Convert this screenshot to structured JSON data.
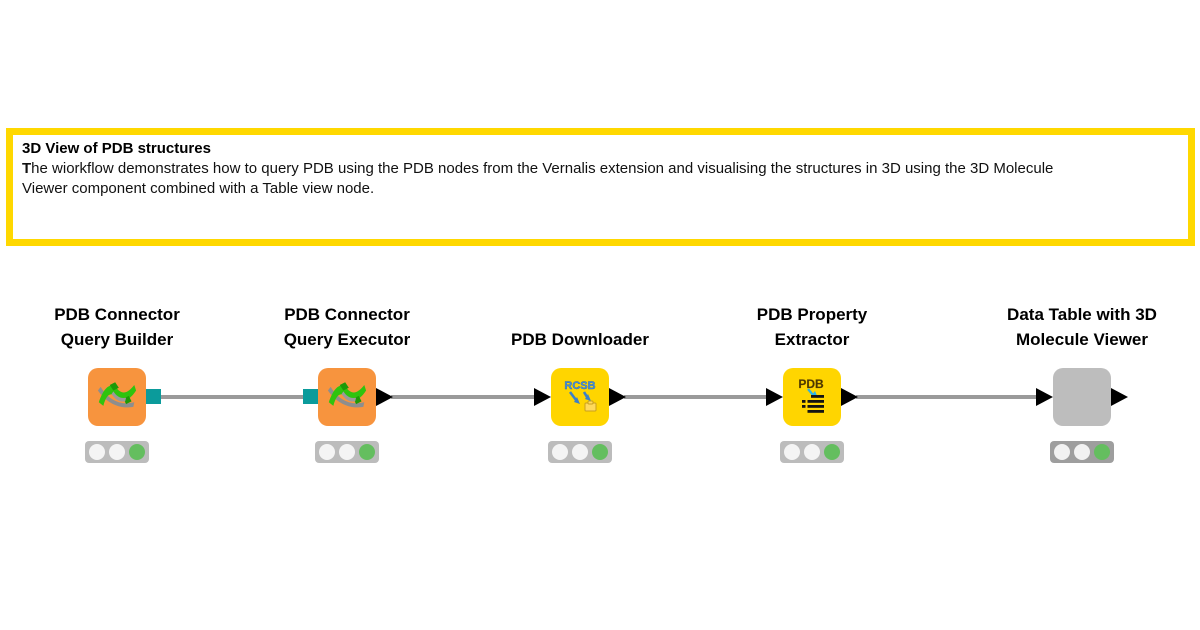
{
  "annotation": {
    "title": "3D View of PDB structures",
    "body_lead": "T",
    "body_rest": "he wiorkflow demonstrates how to query PDB using the PDB nodes from the Vernalis extension and visualising the structures in 3D using the 3D Molecule Viewer component combined with a Table view node.",
    "border_color": "#ffd800"
  },
  "workflow": {
    "nodes": [
      {
        "id": "pdb-connector-query-builder",
        "label_lines": [
          "PDB Connector",
          "Query Builder"
        ],
        "type_color": "#f7943e",
        "icon": "protein-helix-icon",
        "ports": {
          "in": "none",
          "out": "teal-square"
        },
        "status_lights": [
          "#f4f4f4",
          "#f4f4f4",
          "#64be5f"
        ],
        "light_bg": "#bcbcbc"
      },
      {
        "id": "pdb-connector-query-executor",
        "label_lines": [
          "PDB Connector",
          "Query Executor"
        ],
        "type_color": "#f7943e",
        "icon": "protein-helix-icon",
        "ports": {
          "in": "teal-square",
          "out": "black-triangle"
        },
        "status_lights": [
          "#f4f4f4",
          "#f4f4f4",
          "#64be5f"
        ],
        "light_bg": "#bcbcbc"
      },
      {
        "id": "pdb-downloader",
        "label_lines": [
          "PDB Downloader"
        ],
        "type_color": "#ffd500",
        "icon": "rcsb-download-icon",
        "icon_text": "RCSB",
        "ports": {
          "in": "black-triangle",
          "out": "black-triangle"
        },
        "status_lights": [
          "#f4f4f4",
          "#f4f4f4",
          "#64be5f"
        ],
        "light_bg": "#bcbcbc"
      },
      {
        "id": "pdb-property-extractor",
        "label_lines": [
          "PDB Property",
          "Extractor"
        ],
        "type_color": "#ffd500",
        "icon": "pdb-properties-icon",
        "icon_text": "PDB",
        "ports": {
          "in": "black-triangle",
          "out": "black-triangle"
        },
        "status_lights": [
          "#f4f4f4",
          "#f4f4f4",
          "#64be5f"
        ],
        "light_bg": "#bcbcbc"
      },
      {
        "id": "data-table-with-3d-molecule-viewer",
        "label_lines": [
          "Data Table with 3D",
          "Molecule Viewer"
        ],
        "type_color": "#bdbdbd",
        "icon": "none",
        "ports": {
          "in": "black-triangle",
          "out": "black-triangle"
        },
        "status_lights": [
          "#f2f2f2",
          "#f2f2f2",
          "#64be5f"
        ],
        "light_bg": "#9e9e9e"
      }
    ],
    "colors": {
      "port_teal": "#0b9b9b",
      "port_triangle": "#000000",
      "connection": "#9a9a9a",
      "status_on_green": "#64be5f",
      "status_off": "#f4f4f4",
      "annotation_border": "#ffd800",
      "canvas_bg": "#ffffff"
    }
  }
}
